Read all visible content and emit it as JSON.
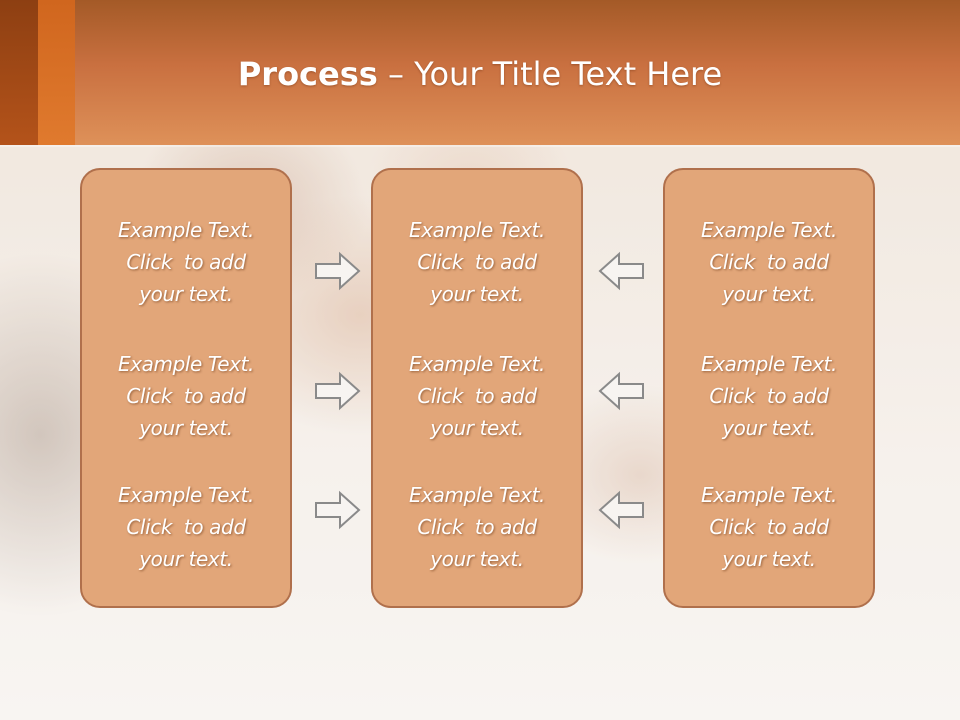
{
  "slide": {
    "title_bold": "Process",
    "title_rest": " – Your Title Text Here"
  },
  "columns": [
    {
      "items": [
        {
          "line1": "Example Text.",
          "line2": "Click  to add",
          "line3": "your text."
        },
        {
          "line1": "Example Text.",
          "line2": "Click  to add",
          "line3": "your text."
        },
        {
          "line1": "Example Text.",
          "line2": "Click  to add",
          "line3": "your text."
        }
      ]
    },
    {
      "items": [
        {
          "line1": "Example Text.",
          "line2": "Click  to add",
          "line3": "your text."
        },
        {
          "line1": "Example Text.",
          "line2": "Click  to add",
          "line3": "your text."
        },
        {
          "line1": "Example Text.",
          "line2": "Click  to add",
          "line3": "your text."
        }
      ]
    },
    {
      "items": [
        {
          "line1": "Example Text.",
          "line2": "Click  to add",
          "line3": "your text."
        },
        {
          "line1": "Example Text.",
          "line2": "Click  to add",
          "line3": "your text."
        },
        {
          "line1": "Example Text.",
          "line2": "Click  to add",
          "line3": "your text."
        }
      ]
    }
  ],
  "arrows": {
    "left_group": "right-arrow-icon",
    "right_group": "left-arrow-icon"
  },
  "colors": {
    "header": "#c97040",
    "accent_bar": "#d0661e",
    "box_fill": "#e2a679",
    "box_border": "#b0704c"
  }
}
